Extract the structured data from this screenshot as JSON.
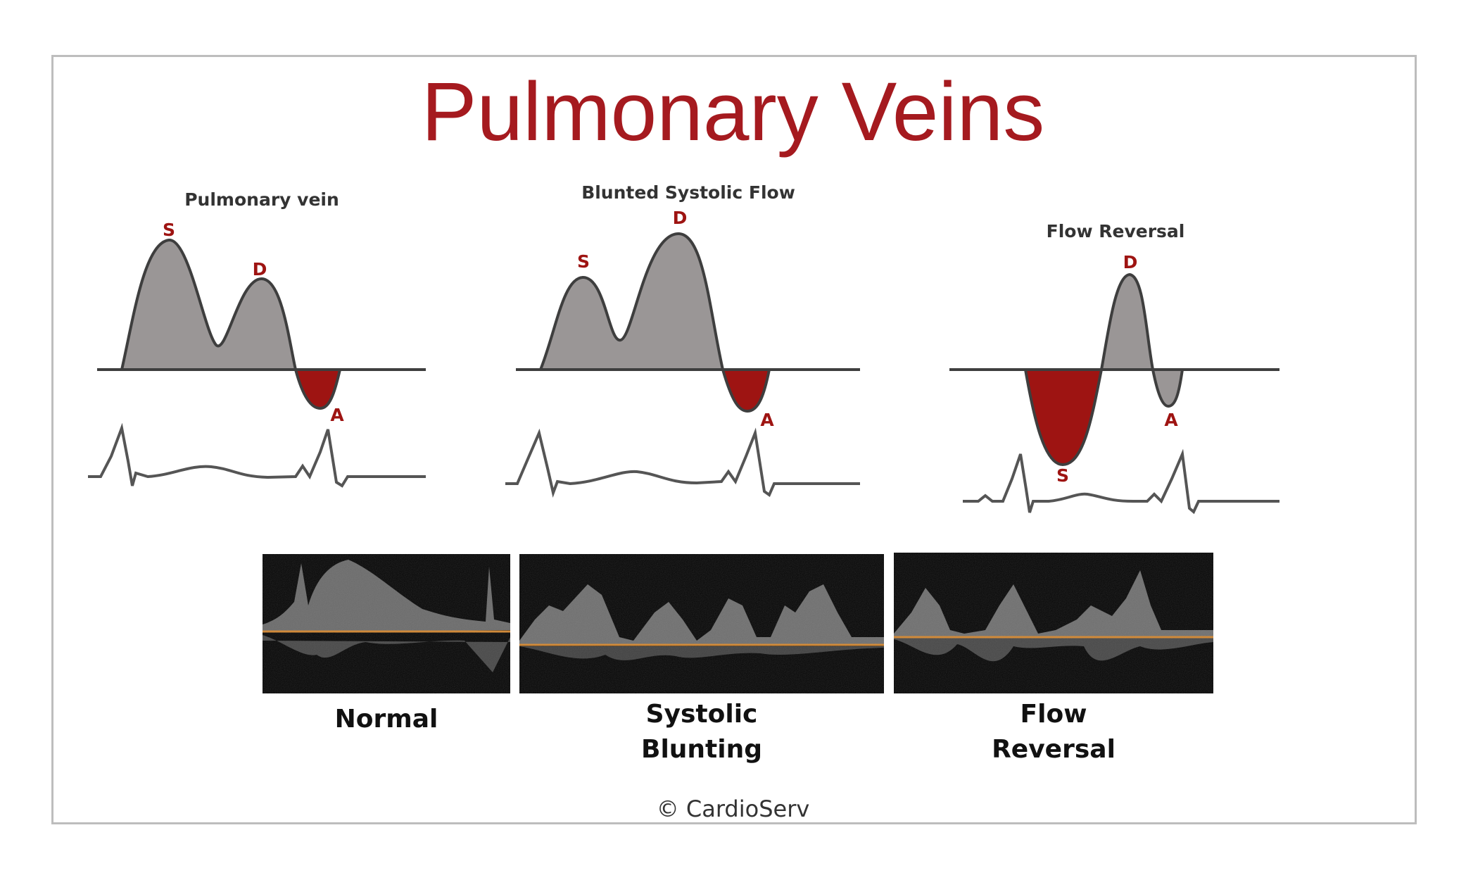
{
  "title": "Pulmonary Veins",
  "colors": {
    "title": "#a51a1f",
    "fill_gray": "#9a9696",
    "fill_red": "#9e1412",
    "frame": "#bdbdbd",
    "baseline_orange": "#d08a3a"
  },
  "diagrams": [
    {
      "heading": "Pulmonary vein",
      "labels": {
        "s": "S",
        "d": "D",
        "a": "A"
      }
    },
    {
      "heading": "Blunted Systolic Flow",
      "labels": {
        "s": "S",
        "d": "D",
        "a": "A"
      }
    },
    {
      "heading": "Flow Reversal",
      "labels": {
        "s": "S",
        "d": "D",
        "a": "A"
      }
    }
  ],
  "images": [
    {
      "caption_lines": [
        "Normal"
      ]
    },
    {
      "caption_lines": [
        "Systolic",
        "Blunting"
      ]
    },
    {
      "caption_lines": [
        "Flow",
        "Reversal"
      ]
    }
  ],
  "copyright": "© CardioServ"
}
